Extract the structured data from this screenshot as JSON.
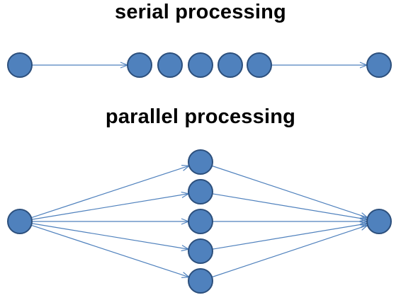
{
  "serial": {
    "title": "serial processing",
    "nodes": [
      "source",
      "step-1",
      "step-2",
      "step-3",
      "step-4",
      "step-5",
      "sink"
    ],
    "edges": [
      [
        "source",
        "step-1"
      ],
      [
        "step-5",
        "sink"
      ]
    ]
  },
  "parallel": {
    "title": "parallel processing",
    "nodes": [
      "source",
      "worker-1",
      "worker-2",
      "worker-3",
      "worker-4",
      "worker-5",
      "sink"
    ],
    "edges": [
      [
        "source",
        "worker-1"
      ],
      [
        "source",
        "worker-2"
      ],
      [
        "source",
        "worker-3"
      ],
      [
        "source",
        "worker-4"
      ],
      [
        "source",
        "worker-5"
      ],
      [
        "worker-1",
        "sink"
      ],
      [
        "worker-2",
        "sink"
      ],
      [
        "worker-3",
        "sink"
      ],
      [
        "worker-4",
        "sink"
      ],
      [
        "worker-5",
        "sink"
      ]
    ]
  },
  "colors": {
    "node_fill": "#4f81bd",
    "node_stroke": "#2c4f7c",
    "edge": "#4f81bd",
    "title": "#000000"
  }
}
